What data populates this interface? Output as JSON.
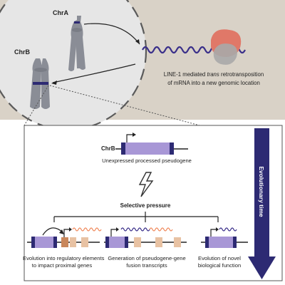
{
  "colors": {
    "background_top": "#d9d2c7",
    "nucleus": "#e6e6e6",
    "panel": "#ffffff",
    "chromosome": "#8a8d96",
    "chromosome_band": "#2d2a73",
    "gene_body": "#a897d6",
    "gene_cap": "#2d2a73",
    "exon": "#e8c2a3",
    "exon_dark": "#c9875c",
    "mrna_wave": "#3a2f8a",
    "ribosome": "#e07868",
    "ribosome_grey": "#a9a9a9",
    "arrow": "#2d2a73",
    "wave_orange": "#f08a5d"
  },
  "labels": {
    "chrA": "ChrA",
    "chrB": "ChrB",
    "chrB_locus": "ChrB",
    "retro_line1": "LINE-1 mediated",
    "retro_italic": "trans",
    "retro_line1_end": "retrotransposition",
    "retro_line2": "of mRNA into a new genomic location",
    "unexpressed": "Unexpressed processed pseudogene",
    "selective_pressure": "Selective pressure",
    "evolutionary_time": "Evolutionary time",
    "outcome1_line1": "Evolution into regulatory elements",
    "outcome1_line2": "to impact proximal genes",
    "outcome2_line1": "Generation of pseudogene-gene",
    "outcome2_line2": "fusion transcripts",
    "outcome3_line1": "Evolution of novel",
    "outcome3_line2": "biological function"
  },
  "icons": [
    "lightning-bolt-icon",
    "promoter-arrow-icon",
    "down-arrow-icon",
    "ribosome-icon"
  ]
}
